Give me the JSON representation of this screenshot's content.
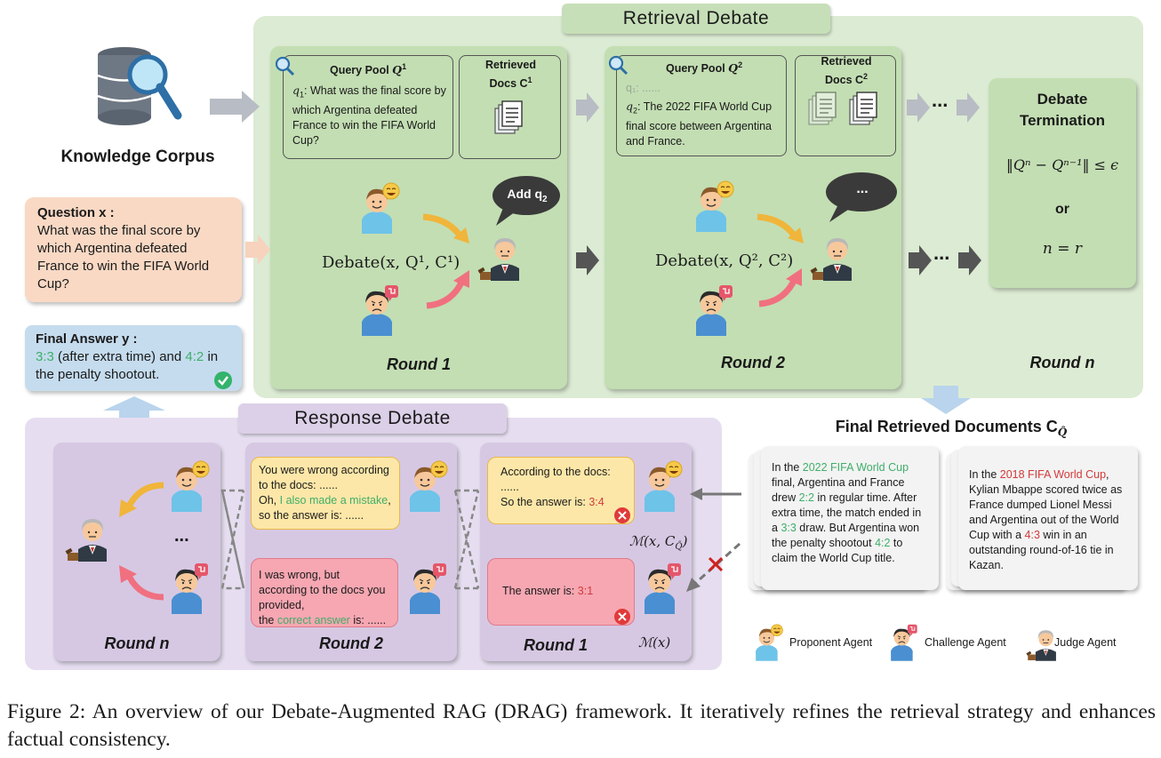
{
  "retrieval_debate": {
    "title": "Retrieval Debate",
    "round1": {
      "query_pool_label": "Query Pool",
      "query_pool_sup": "1",
      "q1_label": "q",
      "q1_sub": "1",
      "q1_text": ": What was the final score by which Argentina defeated France to win the FIFA World Cup?",
      "docs_label_line1": "Retrieved",
      "docs_label_line2": "Docs C",
      "docs_sup": "1",
      "bubble": "Add q",
      "bubble_sub": "2",
      "debate_formula": "Debate(x, Q¹, C¹)",
      "round_label": "Round 1"
    },
    "round2": {
      "query_pool_label": "Query Pool",
      "query_pool_sup": "2",
      "q1_faint": "q₁: ......",
      "q2_label": "q",
      "q2_sub": "2",
      "q2_text": ": The 2022 FIFA World Cup final score between Argentina and France.",
      "docs_label_line1": "Retrieved",
      "docs_label_line2": "Docs C",
      "docs_sup": "2",
      "bubble": "...",
      "debate_formula": "Debate(x, Q², C²)",
      "round_label": "Round 2"
    },
    "termination": {
      "title_line1": "Debate",
      "title_line2": "Termination",
      "cond1": "‖Qⁿ − Qⁿ⁻¹‖ ≤ ϵ",
      "or": "or",
      "cond2": "n = r",
      "round_label": "Round n"
    },
    "ellipsis": "..."
  },
  "knowledge_corpus": {
    "label": "Knowledge Corpus"
  },
  "question": {
    "label": "Question x :",
    "text": "What was the final score by which Argentina defeated France to win the FIFA World Cup?"
  },
  "final_answer": {
    "label": "Final Answer y :",
    "score1": "3:3",
    "middle": " (after extra time) and ",
    "score2": "4:2",
    "tail": " in the penalty shootout."
  },
  "response_debate": {
    "title": "Response Debate",
    "round_n_label": "Round n",
    "round_n_ellipsis": "...",
    "round2": {
      "label": "Round 2",
      "yellow_a": "You were wrong according to the docs: ......",
      "yellow_b": "Oh, ",
      "yellow_green": "I also made a mistake",
      "yellow_c": ",",
      "yellow_d": "so the answer is: ......",
      "pink_a": "I was wrong, but according to the docs you provided,",
      "pink_b": "the ",
      "pink_green": "correct answer",
      "pink_c": " is: ......"
    },
    "round1": {
      "label": "Round 1",
      "yellow_a": "According to the docs:",
      "yellow_b": "......",
      "yellow_c": "So the answer is: ",
      "yellow_red": "3:4",
      "pink_a": "The answer is: ",
      "pink_red": "3:1",
      "model_with_docs": "ℳ(x, C",
      "model_with_docs_sub": "Q̂",
      "model_without": "ℳ(x)"
    }
  },
  "final_docs": {
    "title": "Final Retrieved Documents C",
    "title_sub": "Q̂",
    "doc1": {
      "a": "In the ",
      "hl": "2022 FIFA World Cup",
      "b": " final, Argentina and France drew ",
      "s1": "2:2",
      "c": " in regular time. After extra time, the match ended in a ",
      "s2": "3:3",
      "d": " draw. But Argentina won the penalty shootout ",
      "s3": "4:2",
      "e": " to claim the World Cup title."
    },
    "doc2": {
      "a": "In the ",
      "hl": "2018 FIFA World Cup",
      "b": ", Kylian Mbappe scored twice as France dumped Lionel Messi and Argentina out of the World Cup with a ",
      "s1": "4:3",
      "c": " win in an outstanding round-of-16 tie in Kazan."
    }
  },
  "legend": {
    "proponent": "Proponent Agent",
    "challenge": "Challenge Agent",
    "judge": "Judge Agent"
  },
  "caption": "Figure 2: An overview of our Debate-Augmented RAG (DRAG) framework. It iteratively refines the retrieval strategy and enhances factual consistency.",
  "colors": {
    "green_panel": "#dcebd3",
    "green_round": "#c3deb3",
    "purple_panel": "#e6def0",
    "purple_round": "#d6c8e3",
    "highlight_green": "#3fae6a",
    "highlight_red": "#d23a3a"
  }
}
